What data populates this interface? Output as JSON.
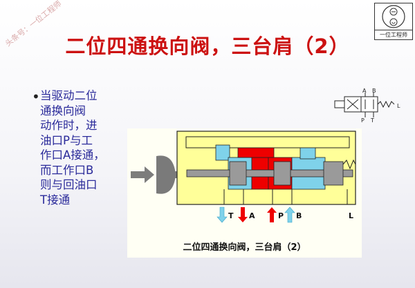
{
  "title": "二位四通换向阀，三台肩（2）",
  "watermark": "头条号：一位工程师",
  "logo": {
    "label": "一位工程师",
    "icon": "gear-face-icon"
  },
  "bullet": {
    "lines": [
      "当驱动二位",
      "通换向阀",
      "动作时，进",
      "油口P与工",
      "作口A接通，",
      "而工作口B",
      "则与回油口",
      "T接通"
    ]
  },
  "figure": {
    "caption": "二位四通换向阀，三台肩（2）",
    "ports": {
      "T_left": "T",
      "A": "A",
      "P": "P",
      "B": "B",
      "L": "L"
    },
    "colors": {
      "body": "#ffff99",
      "pressure": "#ee0000",
      "return": "#7fd2ea",
      "spool": "#9a9a9a",
      "actuator": "#8a8a8a"
    }
  },
  "symbol": {
    "A": "A",
    "B": "B",
    "P": "P",
    "T": "T",
    "L": "L"
  }
}
